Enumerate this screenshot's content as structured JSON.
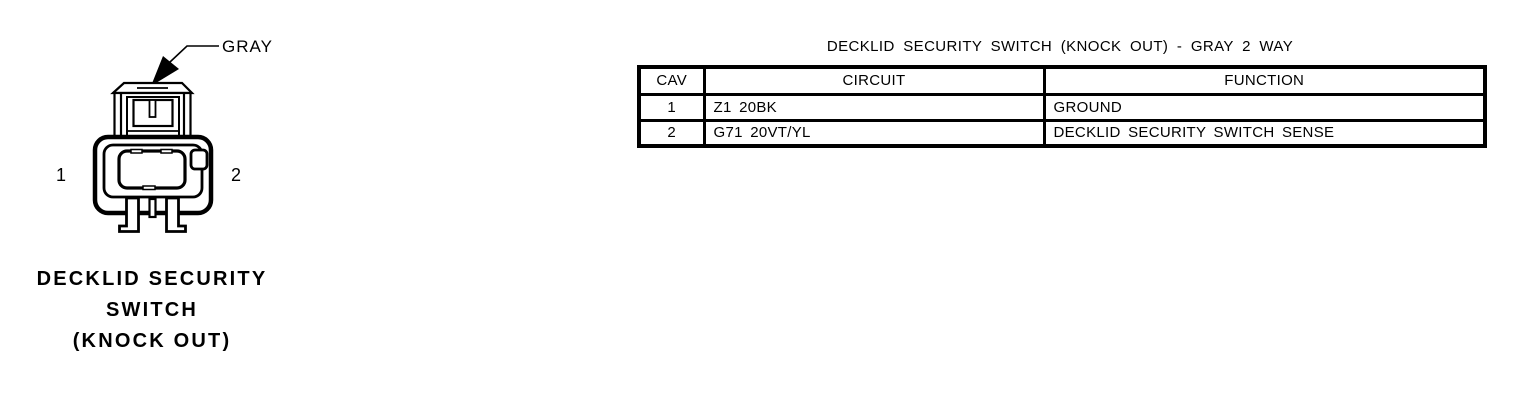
{
  "figure": {
    "connector_color_label": "GRAY",
    "pin_left": "1",
    "pin_right": "2",
    "caption_lines": [
      "DECKLID SECURITY",
      "SWITCH",
      "(KNOCK OUT)"
    ]
  },
  "table": {
    "title": "DECKLID SECURITY SWITCH (KNOCK OUT) - GRAY 2 WAY",
    "headers": [
      "CAV",
      "CIRCUIT",
      "FUNCTION"
    ],
    "rows": [
      {
        "cav": "1",
        "circuit": "Z1 20BK",
        "function": "GROUND"
      },
      {
        "cav": "2",
        "circuit": "G71 20VT/YL",
        "function": "DECKLID SECURITY SWITCH SENSE"
      }
    ]
  },
  "colors": {
    "ink": "#000000",
    "background": "#ffffff"
  }
}
